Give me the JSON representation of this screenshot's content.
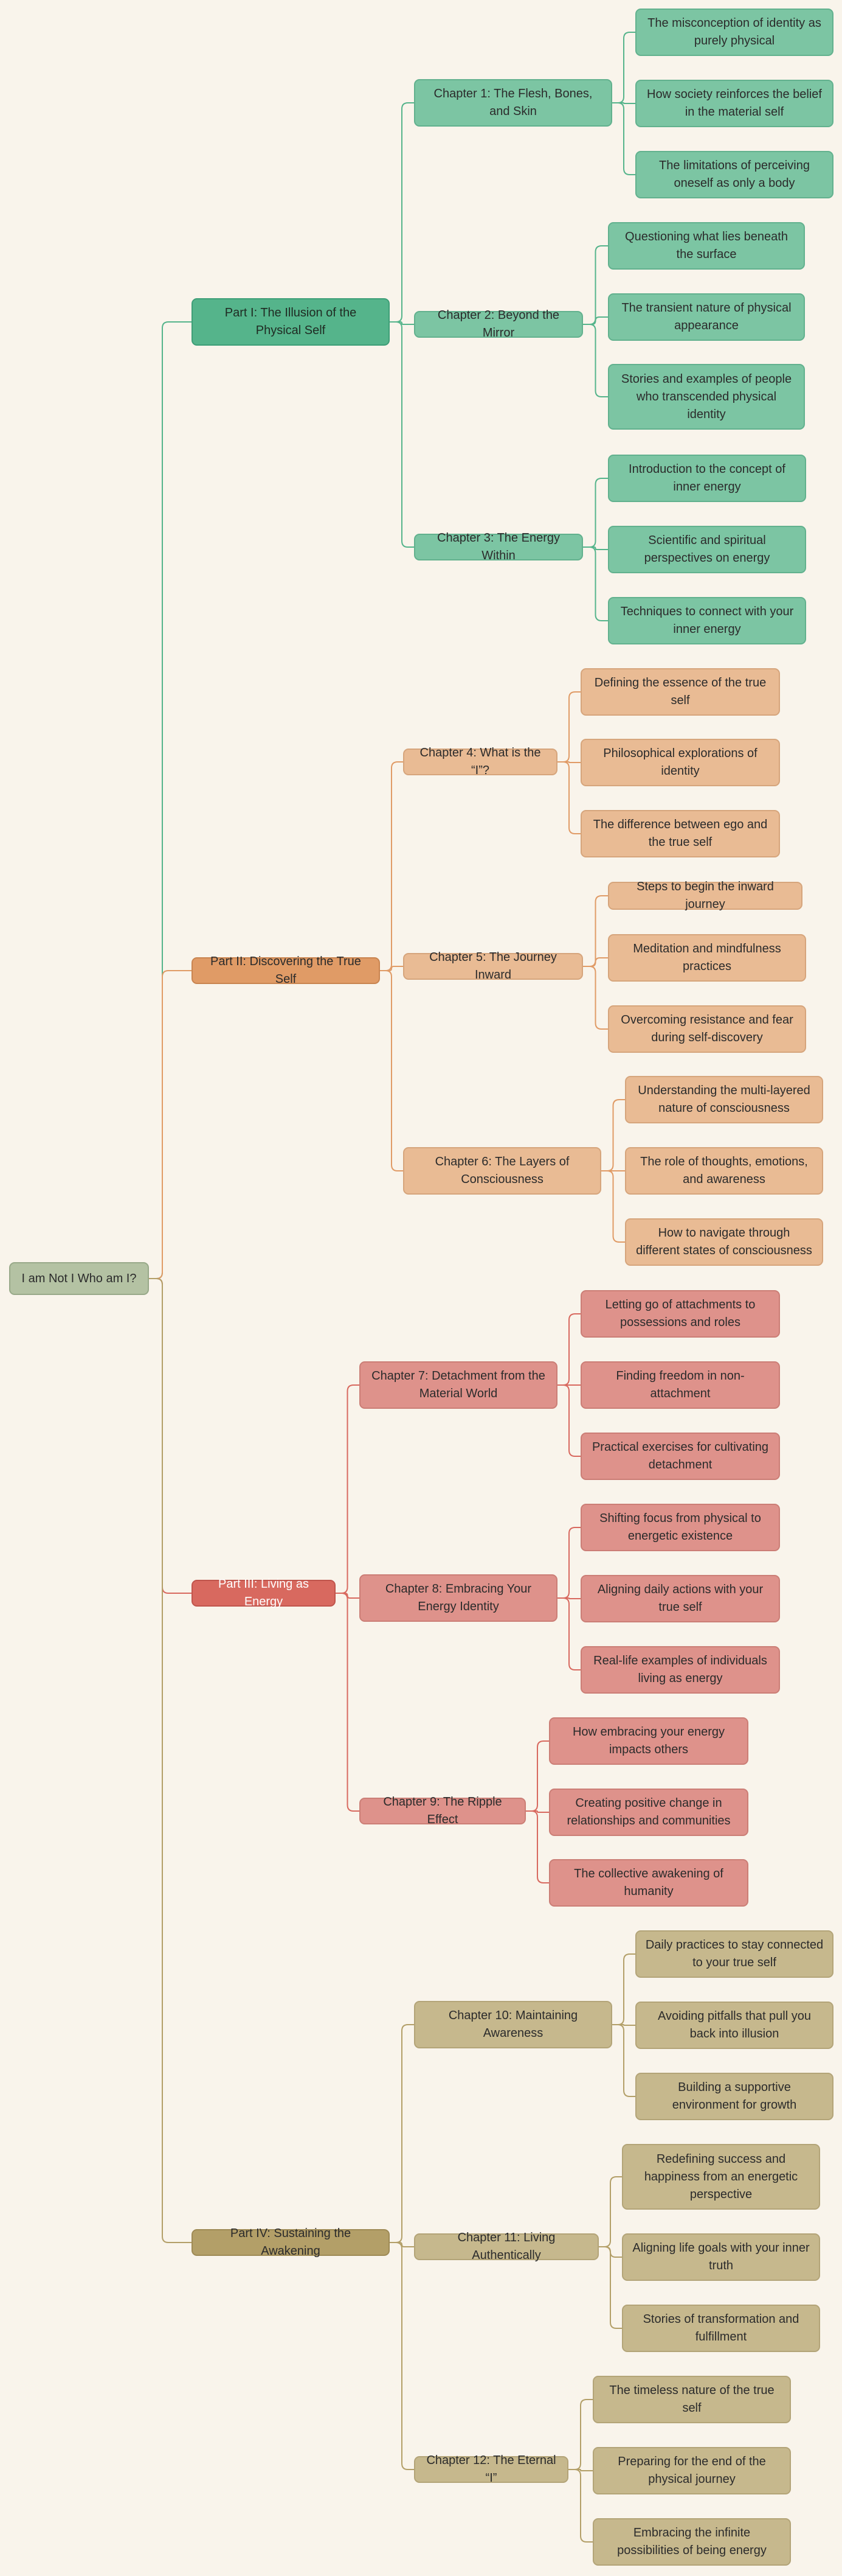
{
  "colors": {
    "background": "#f9f4eb",
    "part1": "#55b48b",
    "part2": "#e09b66",
    "part3": "#d8695f",
    "part4": "#b39f68",
    "root": "#b4c2a3"
  },
  "root": {
    "label": "I am Not I Who am I?"
  },
  "parts": [
    {
      "label": "Part I: The Illusion of the Physical Self",
      "chapters": [
        {
          "label": "Chapter 1: The Flesh, Bones, and Skin",
          "topics": [
            "The misconception of identity as purely physical",
            "How society reinforces the belief in the material self",
            "The limitations of perceiving oneself as only a body"
          ]
        },
        {
          "label": "Chapter 2: Beyond the Mirror",
          "topics": [
            "Questioning what lies beneath the surface",
            "The transient nature of physical appearance",
            "Stories and examples of people who transcended physical identity"
          ]
        },
        {
          "label": "Chapter 3: The Energy Within",
          "topics": [
            "Introduction to the concept of inner energy",
            "Scientific and spiritual perspectives on energy",
            "Techniques to connect with your inner energy"
          ]
        }
      ]
    },
    {
      "label": "Part II: Discovering the True Self",
      "chapters": [
        {
          "label": "Chapter 4: What is the “I”?",
          "topics": [
            "Defining the essence of the true self",
            "Philosophical explorations of identity",
            "The difference between ego and the true self"
          ]
        },
        {
          "label": "Chapter 5: The Journey Inward",
          "topics": [
            "Steps to begin the inward journey",
            "Meditation and mindfulness practices",
            "Overcoming resistance and fear during self-discovery"
          ]
        },
        {
          "label": "Chapter 6: The Layers of Consciousness",
          "topics": [
            "Understanding the multi-layered nature of consciousness",
            "The role of thoughts, emotions, and awareness",
            "How to navigate through different states of consciousness"
          ]
        }
      ]
    },
    {
      "label": "Part III: Living as Energy",
      "chapters": [
        {
          "label": "Chapter 7: Detachment from the Material World",
          "topics": [
            "Letting go of attachments to possessions and roles",
            "Finding freedom in non-attachment",
            "Practical exercises for cultivating detachment"
          ]
        },
        {
          "label": "Chapter 8: Embracing Your Energy Identity",
          "topics": [
            "Shifting focus from physical to energetic existence",
            "Aligning daily actions with your true self",
            "Real-life examples of individuals living as energy"
          ]
        },
        {
          "label": "Chapter 9: The Ripple Effect",
          "topics": [
            "How embracing your energy impacts others",
            "Creating positive change in relationships and communities",
            "The collective awakening of humanity"
          ]
        }
      ]
    },
    {
      "label": "Part IV: Sustaining the Awakening",
      "chapters": [
        {
          "label": "Chapter 10: Maintaining Awareness",
          "topics": [
            "Daily practices to stay connected to your true self",
            "Avoiding pitfalls that pull you back into illusion",
            "Building a supportive environment for growth"
          ]
        },
        {
          "label": "Chapter 11: Living Authentically",
          "topics": [
            "Redefining success and happiness from an energetic perspective",
            "Aligning life goals with your inner truth",
            "Stories of transformation and fulfillment"
          ]
        },
        {
          "label": "Chapter 12: The Eternal “I”",
          "topics": [
            "The timeless nature of the true self",
            "Preparing for the end of the physical journey",
            "Embracing the infinite possibilities of being energy"
          ]
        }
      ]
    }
  ]
}
